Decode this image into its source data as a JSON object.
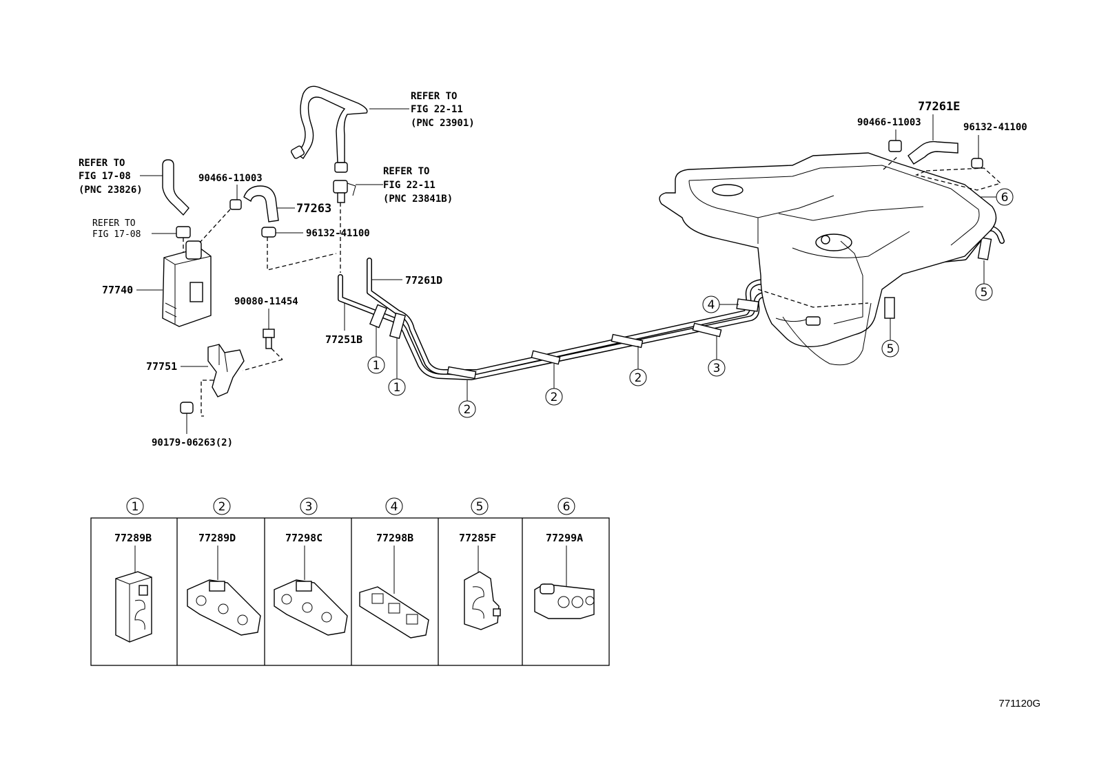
{
  "diagram_id": "771120G",
  "refs": {
    "fig17_top": [
      "REFER TO",
      "FIG 17-08",
      "(PNC 23826)"
    ],
    "fig17_small": [
      "REFER TO",
      "FIG 17-08"
    ],
    "fig22_top": [
      "REFER TO",
      "FIG 22-11",
      "(PNC 23901)"
    ],
    "fig22_mid": [
      "REFER TO",
      "FIG 22-11",
      "(PNC 23841B)"
    ]
  },
  "parts": {
    "canister": "77740",
    "bracket": "77751",
    "bolt": "90080-11454",
    "nut": "90179-06263(2)",
    "hose_left": "77263",
    "clamp_left_top": "90466-11003",
    "clamp_left_bottom": "96132-41100",
    "tube_d": "77261D",
    "tube_b": "77251B",
    "hose_right": "77261E",
    "clamp_right_left": "90466-11003",
    "clamp_right_right": "96132-41100"
  },
  "clip_callouts": [
    "1",
    "1",
    "2",
    "2",
    "2",
    "3",
    "4",
    "5",
    "5",
    "6"
  ],
  "legend": [
    {
      "num": "1",
      "part": "77289B"
    },
    {
      "num": "2",
      "part": "77289D"
    },
    {
      "num": "3",
      "part": "77298C"
    },
    {
      "num": "4",
      "part": "77298B"
    },
    {
      "num": "5",
      "part": "77285F"
    },
    {
      "num": "6",
      "part": "77299A"
    }
  ]
}
